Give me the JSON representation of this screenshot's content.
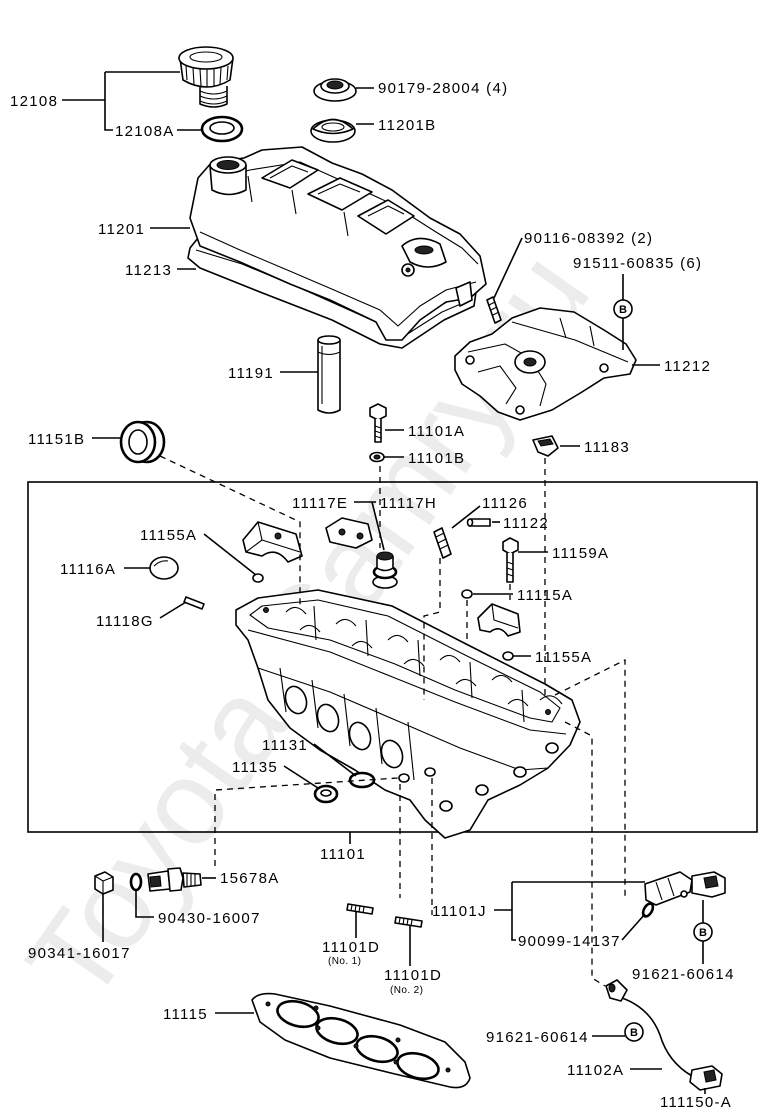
{
  "watermark": "Toyota-Camry.ru",
  "callouts": [
    "12108",
    "12108A",
    "90179-28004 (4)",
    "11201B",
    "11201",
    "11213",
    "90116-08392 (2)",
    "91511-60835 (6)",
    "11212",
    "11191",
    "11101A",
    "11151B",
    "11101B",
    "11183",
    "11117E",
    "11117H",
    "11126",
    "11122",
    "11155A",
    "11159A",
    "11116A",
    "11115A",
    "11118G",
    "11155A",
    "11131",
    "11135",
    "11101",
    "15678A",
    "90430-16007",
    "11101J",
    "90099-14137",
    "90341-16017",
    "11101D",
    "11101D",
    "91621-60614",
    "11115",
    "91621-60614",
    "11102A",
    "111150-A"
  ],
  "notes": {
    "no1": "(No. 1)",
    "no2": "(No. 2)"
  },
  "marker_letter": "B"
}
